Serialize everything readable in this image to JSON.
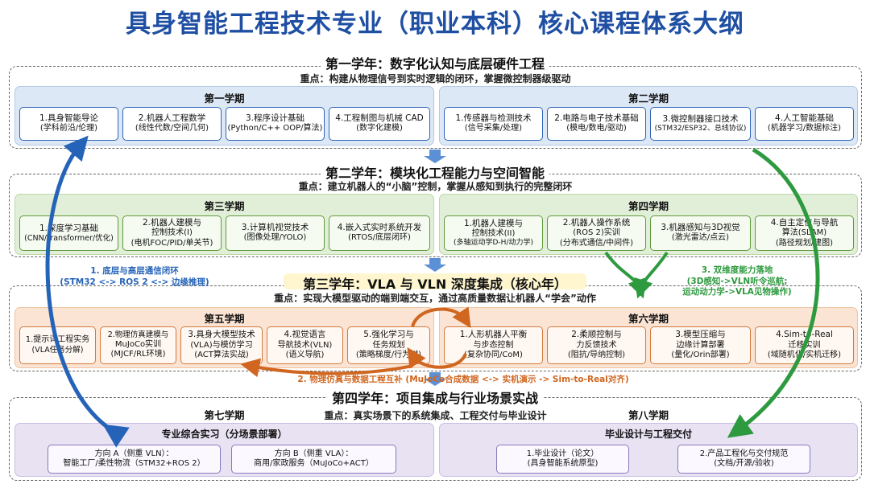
{
  "title": "具身智能工程技术专业（职业本科）核心课程体系大纲",
  "years": [
    {
      "heading": "第一学年：数字化认知与底层硬件工程",
      "focus": "重点：构建从物理信号到实时逻辑的闭环，掌握微控制器级驱动",
      "semesters": [
        {
          "name": "第一学期",
          "courses": [
            {
              "l1": "1.具身智能导论",
              "l2": "(学科前沿/伦理)"
            },
            {
              "l1": "2.机器人工程数学",
              "l2": "(线性代数/空间几何)"
            },
            {
              "l1": "3.程序设计基础",
              "l2": "(Python/C++ OOP/算法)"
            },
            {
              "l1": "4.工程制图与机械 CAD",
              "l2": "(数字化建模)"
            }
          ]
        },
        {
          "name": "第二学期",
          "courses": [
            {
              "l1": "1.传感器与检测技术",
              "l2": "(信号采集/处理)"
            },
            {
              "l1": "2.电路与电子技术基础",
              "l2": "(模电/数电/驱动)"
            },
            {
              "l1": "3.微控制器接口技术",
              "l2": "(STM32/ESP32、总线协议)"
            },
            {
              "l1": "4.人工智能基础",
              "l2": "(机器学习/数据标注)"
            }
          ]
        }
      ]
    },
    {
      "heading": "第二学年：模块化工程能力与空间智能",
      "focus": "重点：建立机器人的“小脑”控制，掌握从感知到执行的完整闭环",
      "semesters": [
        {
          "name": "第三学期",
          "courses": [
            {
              "l1": "1.深度学习基础",
              "l2": "(CNN/Transformer/优化)"
            },
            {
              "l1": "2.机器人建模与",
              "l2": "控制技术(I)",
              "l3": "(电机FOC/PID/单关节)"
            },
            {
              "l1": "3.计算机视觉技术",
              "l2": "(图像处理/YOLO)"
            },
            {
              "l1": "4.嵌入式实时系统开发",
              "l2": "(RTOS/底层闭环)"
            }
          ]
        },
        {
          "name": "第四学期",
          "courses": [
            {
              "l1": "1.机器人建模与",
              "l2": "控制技术(II)",
              "l3": "(多轴运动学D-H/动力学)"
            },
            {
              "l1": "2.机器人操作系统",
              "l2": "(ROS 2)实训",
              "l3": "(分布式通信/中间件)"
            },
            {
              "l1": "3.机器感知与3D视觉",
              "l2": "(激光雷达/点云)"
            },
            {
              "l1": "4.自主定位与导航",
              "l2": "算法(SLAM)",
              "l3": "(路径规划/建图)"
            }
          ]
        }
      ]
    },
    {
      "heading": "第三学年：VLA 与 VLN 深度集成（核心年）",
      "focus": "重点：实现大模型驱动的端到端交互，通过高质量数据让机器人“学会”动作",
      "semesters": [
        {
          "name": "第五学期",
          "courses": [
            {
              "l1": "1.提示词工程实务",
              "l2": "(VLA任务分解)"
            },
            {
              "l1": "2.物理仿真建模与",
              "l2": "MuJoCo实训",
              "l3": "(MJCF/RL环境)"
            },
            {
              "l1": "3.具身大模型技术",
              "l2": "(VLA)与模仿学习",
              "l3": "(ACT算法实战)"
            },
            {
              "l1": "4.视觉语言",
              "l2": "导航技术(VLN)",
              "l3": "(语义导航)"
            },
            {
              "l1": "5.强化学习与",
              "l2": "任务规划",
              "l3": "(策略梯度/行为树)"
            }
          ]
        },
        {
          "name": "第六学期",
          "courses": [
            {
              "l1": "1.人形机器人平衡",
              "l2": "与步态控制",
              "l3": "(复杂协同/CoM)"
            },
            {
              "l1": "2.柔顺控制与",
              "l2": "力反馈技术",
              "l3": "(阻抗/导纳控制)"
            },
            {
              "l1": "3.模型压缩与",
              "l2": "边缘计算部署",
              "l3": "(量化/Orin部署)"
            },
            {
              "l1": "4.Sim-to-Real",
              "l2": "迁移实训",
              "l3": "(域随机化/实机迁移)"
            }
          ]
        }
      ]
    },
    {
      "heading": "第四学年：项目集成与行业场景实战",
      "focus": "重点：真实场景下的系统集成、工程交付与毕业设计",
      "semesters": [
        {
          "name": "第七学期",
          "block": "专业综合实习（分场景部署）",
          "courses": [
            {
              "l1": "方向 A（侧重 VLN）：",
              "l2": "智能工厂/柔性物流（STM32+ROS 2）"
            },
            {
              "l1": "方向 B（侧重 VLA）：",
              "l2": "商用/家政服务（MuJoCo+ACT）"
            }
          ]
        },
        {
          "name": "第八学期",
          "block": "毕业设计与工程交付",
          "courses": [
            {
              "l1": "1.毕业设计（论文）",
              "l2": "(具身智能系统原型)"
            },
            {
              "l1": "2.产品工程化与交付规范",
              "l2": "(文档/开源/验收)"
            }
          ]
        }
      ]
    }
  ],
  "notes": {
    "n1_line1": "1. 底层与高层通信闭环",
    "n1_line2": "(STM32 <-> ROS 2 <-> 边缘推理)",
    "n2": "2. 物理仿真与数据工程互补 (MuJoCo合成数据 <-> 实机演示 -> Sim-to-Real对齐)",
    "n3_line1": "3. 双维度能力落地",
    "n3_line2": "(3D感知->VLN听令巡航;",
    "n3_line3": "运动动力学->VLA见物操作)"
  },
  "colors": {
    "title": "#1f4fa3",
    "note_blue": "#2563b8",
    "note_orange": "#d0661f",
    "note_green": "#2e9a3f"
  }
}
